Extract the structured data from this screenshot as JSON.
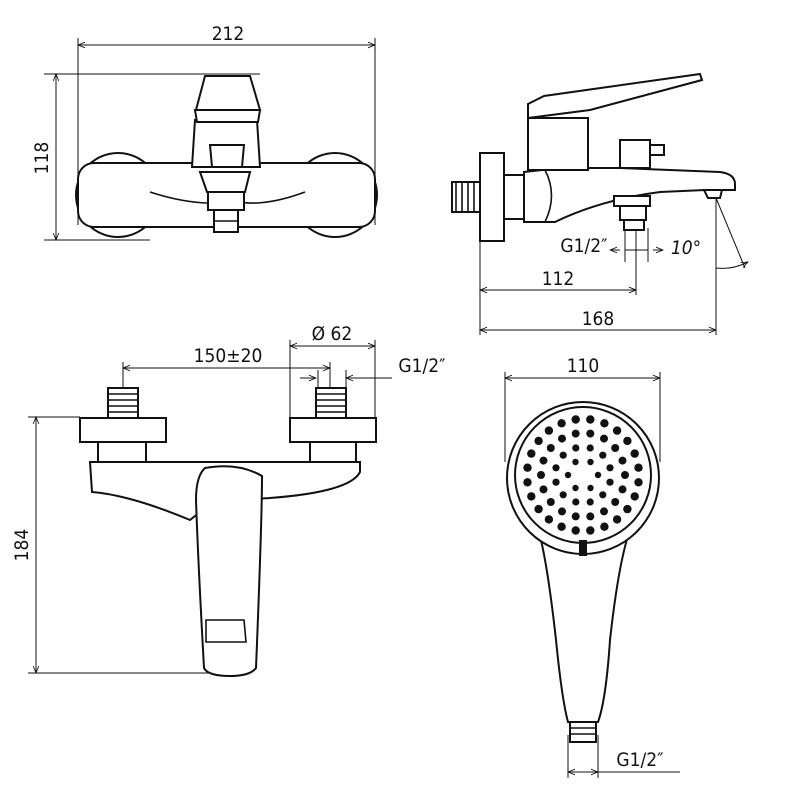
{
  "dimensions": {
    "top_width": "212",
    "top_height": "118",
    "side_inlet_to_outlet": "112",
    "side_total_depth": "168",
    "side_thread": "G1/2″",
    "spout_angle": "10°",
    "front_spacing": "150±20",
    "front_flange_dia": "Ø 62",
    "front_thread": "G1/2″",
    "front_height": "184",
    "shower_head_dia": "110",
    "shower_thread": "G1/2″"
  },
  "colors": {
    "line": "#111111",
    "background": "#ffffff"
  }
}
